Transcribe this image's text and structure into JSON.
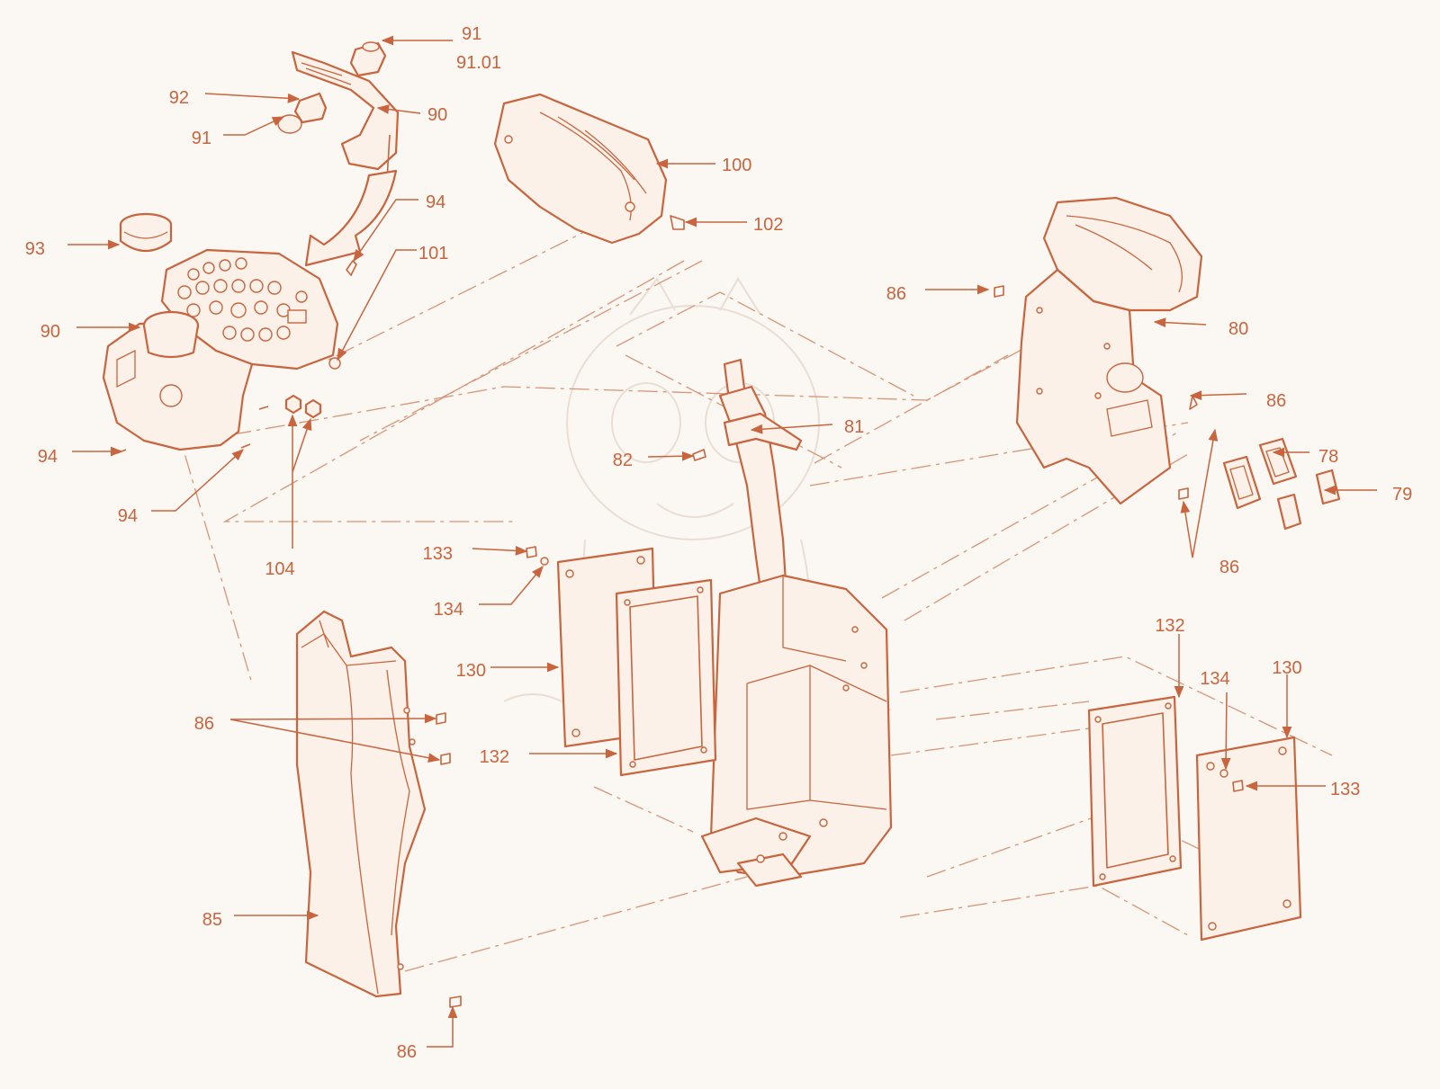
{
  "diagram": {
    "colors": {
      "line": "#c8653e",
      "fill": "#fbf1e8",
      "background": "#fbf7f2",
      "dash": "#d79576"
    },
    "labels": {
      "p91_top": "91",
      "p91_01": "91.01",
      "p92": "92",
      "p90_top": "90",
      "p91_left": "91",
      "p100": "100",
      "p94_top": "94",
      "p102": "102",
      "p93": "93",
      "p101": "101",
      "p86_a": "86",
      "p90_left": "90",
      "p80": "80",
      "p86_b": "86",
      "p94_left": "94",
      "p81": "81",
      "p82": "82",
      "p78": "78",
      "p94_bottom": "94",
      "p79": "79",
      "p104": "104",
      "p86_c": "86",
      "p133_left": "133",
      "p134_left": "134",
      "p130_left": "130",
      "p132_right": "132",
      "p134_right": "134",
      "p130_right": "130",
      "p86_d": "86",
      "p132_left": "132",
      "p133_right": "133",
      "p85": "85",
      "p86_e": "86"
    }
  }
}
